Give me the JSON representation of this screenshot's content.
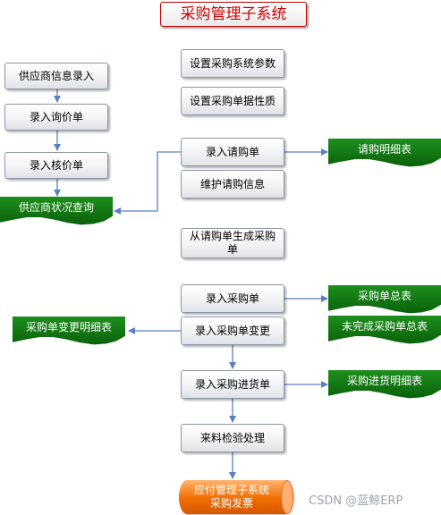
{
  "title": "采购管理子系统",
  "left_column": {
    "supplier_info": "供应商信息录入",
    "inquiry": "录入询价单",
    "price_check": "录入核价单",
    "supplier_status": "供应商状况查询"
  },
  "main_flow": {
    "set_params": "设置采购系统参数",
    "set_doc_type": "设置采购单据性质",
    "enter_request": "录入请购单",
    "maintain_request": "维护请购信息",
    "generate_po": "从请购单生成采购单",
    "enter_po": "录入采购单",
    "enter_po_change": "录入采购单变更",
    "enter_receipt": "录入采购进货单",
    "inspection": "来料检验处理"
  },
  "reports": {
    "request_detail": "请购明细表",
    "po_summary": "采购单总表",
    "po_change_detail": "采购单变更明细表",
    "open_po_summary": "未完成采购单总表",
    "receipt_detail": "采购进货明细表"
  },
  "end_node": {
    "line1": "应付管理子系统",
    "line2": "采购发票"
  },
  "watermark": "CSDN @蓝鲸ERP",
  "colors": {
    "arrow": "#5b7fbf",
    "title_border": "#c00000",
    "report_fill": "#127a12",
    "end_fill": "#f26c00"
  }
}
